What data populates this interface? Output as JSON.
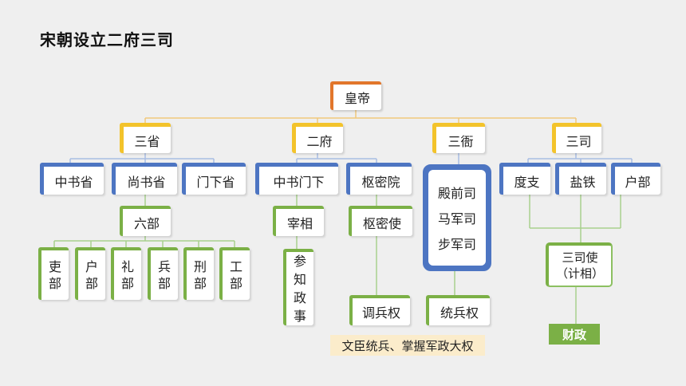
{
  "title": "宋朝设立二府三司",
  "emperor": "皇帝",
  "level1": [
    "三省",
    "二府",
    "三衙",
    "三司"
  ],
  "sansheng": [
    "中书省",
    "尚书省",
    "门下省"
  ],
  "liubu_label": "六部",
  "liubu": [
    [
      "吏",
      "部"
    ],
    [
      "户",
      "部"
    ],
    [
      "礼",
      "部"
    ],
    [
      "兵",
      "部"
    ],
    [
      "刑",
      "部"
    ],
    [
      "工",
      "部"
    ]
  ],
  "erfu": [
    "中书门下",
    "枢密院"
  ],
  "zaixiang": "宰相",
  "canzhi": [
    "参",
    "知",
    "政",
    "事"
  ],
  "shumishi": "枢密使",
  "diaobingquan": "调兵权",
  "sanya_units": [
    "殿前司",
    "马军司",
    "步军司"
  ],
  "tongbingquan": "统兵权",
  "sansi_units": [
    "度支",
    "盐铁",
    "户部"
  ],
  "sansishi": [
    "三司使",
    "（计相）"
  ],
  "caizheng": "财政",
  "note": "文臣统兵、掌握军政大权",
  "colors": {
    "emperor": "#e2762b",
    "level1": "#f3c32b",
    "sub": "#4d75c2",
    "green": "#7bb046",
    "note_bg": "#fbeccb"
  }
}
